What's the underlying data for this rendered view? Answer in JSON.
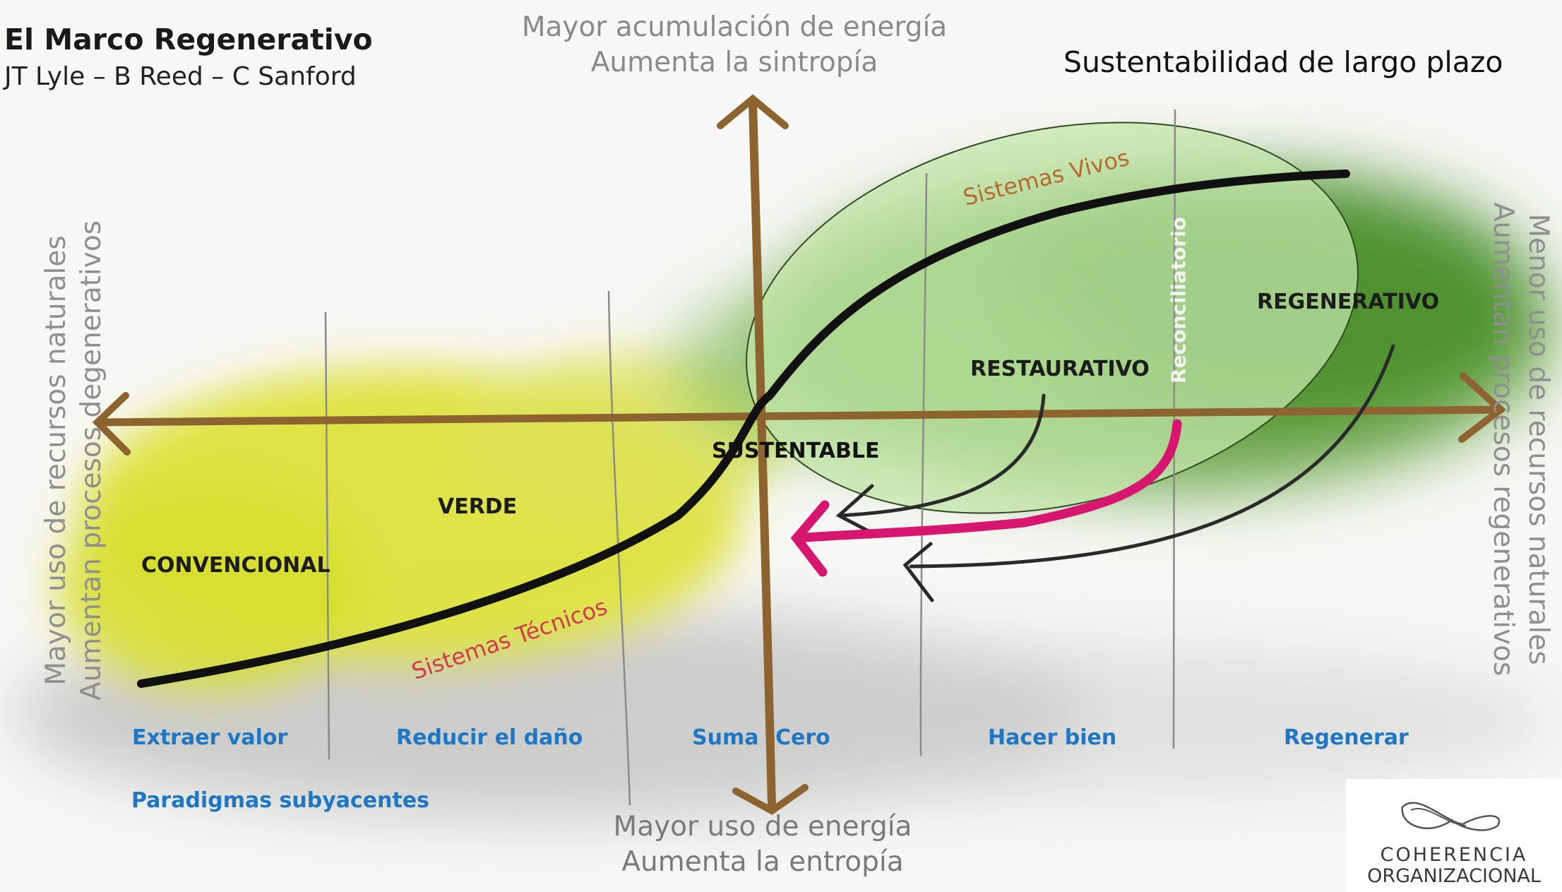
{
  "header": {
    "title": "El Marco Regenerativo",
    "authors": "JT Lyle – B Reed – C Sanford"
  },
  "axes": {
    "top_line1": "Mayor acumulación de energía",
    "top_line2": "Aumenta la sintropía",
    "bottom_line1": "Mayor uso de energía",
    "bottom_line2": "Aumenta la entropía",
    "left_line1": "Mayor uso de recursos naturales",
    "left_line2": "Aumentan procesos degenerativos",
    "right_line1": "Menor uso de recursos naturales",
    "right_line2": "Aumentan procesos regenerativos"
  },
  "long_term_label": "Sustentabilidad de largo plazo",
  "stages": {
    "convencional": "CONVENCIONAL",
    "verde": "VERDE",
    "sustentable": "SUSTENTABLE",
    "restaurativo": "RESTAURATIVO",
    "reconciliatorio": "Reconciliatorio",
    "regenerativo": "REGENERATIVO"
  },
  "curve_labels": {
    "vivos": "Sistemas Vivos",
    "tecnicos": "Sistemas Técnicos"
  },
  "paradigms": {
    "extraer": "Extraer valor",
    "reducir": "Reducir el daño",
    "suma": "Suma",
    "cero": "Cero",
    "hacer": "Hacer bien",
    "regenerar": "Regenerar",
    "subyacentes": "Paradigmas subyacentes"
  },
  "logo": {
    "line1": "COHERENCIA",
    "line2": "ORGANIZACIONAL"
  },
  "colors": {
    "axis_brown": "#8d6330",
    "green_zone": "#5fa83f",
    "yellow_zone": "#d9e23a",
    "ellipse_fill": "#bfe3a6",
    "curve": "#111111",
    "magenta_arrow": "#d6166f",
    "paradigm_blue": "#1f77c4"
  }
}
